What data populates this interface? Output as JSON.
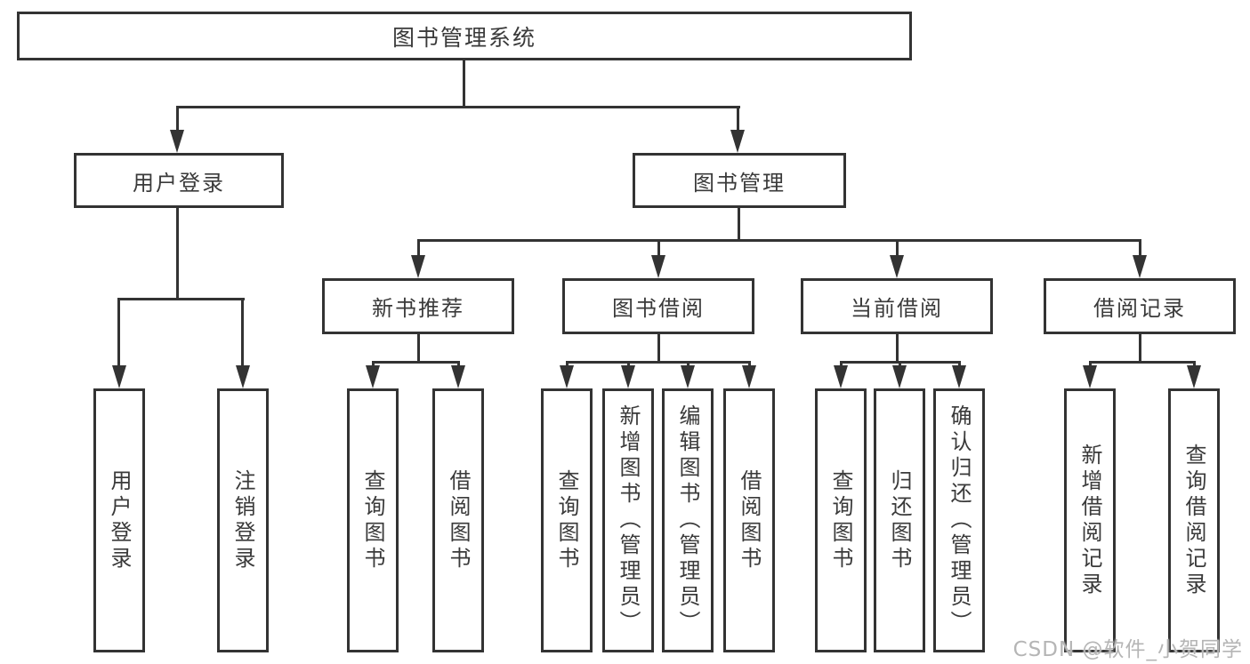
{
  "tree": {
    "root": "图书管理系统",
    "user_login": {
      "label": "用户登录",
      "children": [
        "用户登录",
        "注销登录"
      ]
    },
    "book_management": {
      "label": "图书管理",
      "modules": [
        {
          "label": "新书推荐",
          "children": [
            "查询图书",
            "借阅图书"
          ]
        },
        {
          "label": "图书借阅",
          "children": [
            "查询图书",
            "新增图书（管理员）",
            "编辑图书（管理员）",
            "借阅图书"
          ]
        },
        {
          "label": "当前借阅",
          "children": [
            "查询图书",
            "归还图书",
            "确认归还（管理员）"
          ]
        },
        {
          "label": "借阅记录",
          "children": [
            "新增借阅记录",
            "查询借阅记录"
          ]
        }
      ]
    }
  },
  "watermark": "CSDN @软件_小贺同学",
  "colors": {
    "line": "#333333",
    "text": "#3a3a3a",
    "box_bg": "#ffffff",
    "watermark": "#b5b5b5",
    "background": "#ffffff"
  }
}
